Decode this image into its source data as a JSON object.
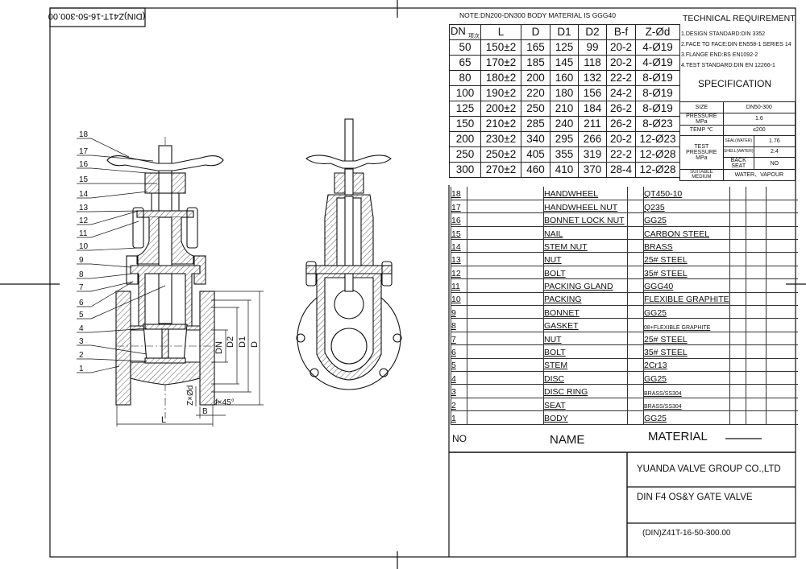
{
  "drawing_number_rotated": "(DIN)Z41T-16-50-300.00",
  "note": "NOTE:DN200-DN300 BODY MATERIAL IS GGG40",
  "dim_table": {
    "headers": [
      "DN",
      "L",
      "D",
      "D1",
      "D2",
      "B-f",
      "Z-Ød"
    ],
    "header_sub": "项次",
    "rows": [
      [
        "50",
        "150±2",
        "165",
        "125",
        "99",
        "20-2",
        "4-Ø19"
      ],
      [
        "65",
        "170±2",
        "185",
        "145",
        "118",
        "20-2",
        "4-Ø19"
      ],
      [
        "80",
        "180±2",
        "200",
        "160",
        "132",
        "22-2",
        "8-Ø19"
      ],
      [
        "100",
        "190±2",
        "220",
        "180",
        "156",
        "24-2",
        "8-Ø19"
      ],
      [
        "125",
        "200±2",
        "250",
        "210",
        "184",
        "26-2",
        "8-Ø19"
      ],
      [
        "150",
        "210±2",
        "285",
        "240",
        "211",
        "26-2",
        "8-Ø23"
      ],
      [
        "200",
        "230±2",
        "340",
        "295",
        "266",
        "20-2",
        "12-Ø23"
      ],
      [
        "250",
        "250±2",
        "405",
        "355",
        "319",
        "22-2",
        "12-Ø28"
      ],
      [
        "300",
        "270±2",
        "460",
        "410",
        "370",
        "28-4",
        "12-Ø28"
      ]
    ]
  },
  "technical": {
    "title": "TECHNICAL REQUIREMENT",
    "items": [
      "1.DESIGN STANDARD:DIN 3352",
      "2.FACE TO FACE:DIN EN558-1 SERIES 14",
      "3.FLANGE END:BS EN1092-2",
      "4.TEST STANDARD:DIN EN 12266-1"
    ]
  },
  "specification": {
    "title": "SPECIFICATION",
    "size_label": "SIZE",
    "size": "DN50-300",
    "pressure_label": "PRESSURE MPa",
    "pressure": "1.6",
    "temp_label": "TEMP ℃",
    "temp": "≤200",
    "test_label": "TEST PRESSURE MPa",
    "seal_label": "SEAL(WATER)",
    "seal": "1.76",
    "shell_label": "SHELL(WATER)",
    "shell": "2.4",
    "backseat_label": "BACK SEAT",
    "backseat": "NO",
    "medium_label": "SUITABLE MEDIUM",
    "medium": "WATER、VAPOUR"
  },
  "parts": [
    {
      "no": "18",
      "name": "HANDWHEEL",
      "material": "QT450-10"
    },
    {
      "no": "17",
      "name": "HANDWHEEL NUT",
      "material": "Q235"
    },
    {
      "no": "16",
      "name": "BONNET LOCK NUT",
      "material": "GG25"
    },
    {
      "no": "15",
      "name": "NAIL",
      "material": "CARBON STEEL"
    },
    {
      "no": "14",
      "name": "STEM NUT",
      "material": "BRASS"
    },
    {
      "no": "13",
      "name": "NUT",
      "material": "25# STEEL"
    },
    {
      "no": "12",
      "name": "BOLT",
      "material": "35# STEEL"
    },
    {
      "no": "11",
      "name": "PACKING GLAND",
      "material": "GGG40"
    },
    {
      "no": "10",
      "name": "PACKING",
      "material": "FLEXIBLE GRAPHITE"
    },
    {
      "no": "9",
      "name": "BONNET",
      "material": "GG25"
    },
    {
      "no": "8",
      "name": "GASKET",
      "material": "08+FLEXIBLE GRAPHITE"
    },
    {
      "no": "7",
      "name": "NUT",
      "material": "25# STEEL"
    },
    {
      "no": "6",
      "name": "BOLT",
      "material": "35# STEEL"
    },
    {
      "no": "5",
      "name": "STEM",
      "material": "2Cr13"
    },
    {
      "no": "4",
      "name": "DISC",
      "material": "GG25"
    },
    {
      "no": "3",
      "name": "DISC RING",
      "material": "BRASS/SS304"
    },
    {
      "no": "2",
      "name": "SEAT",
      "material": "BRASS/SS304"
    },
    {
      "no": "1",
      "name": "BODY",
      "material": "GG25"
    }
  ],
  "parts_header": {
    "no": "NO",
    "name": "NAME",
    "material": "MATERIAL"
  },
  "title_block": {
    "company": "YUANDA VALVE GROUP CO.,LTD",
    "product": "DIN F4 OS&Y GATE VALVE",
    "drawing_no": "(DIN)Z41T-16-50-300.00"
  },
  "dims": {
    "dn": "DN",
    "d2": "D2",
    "d1": "D1",
    "d": "D",
    "l": "L",
    "b": "B",
    "zd": "Z×Ød",
    "f": "f×45°"
  },
  "balloons": [
    "18",
    "17",
    "16",
    "15",
    "14",
    "13",
    "12",
    "11",
    "10",
    "9",
    "8",
    "7",
    "6",
    "5",
    "4",
    "3",
    "2",
    "1"
  ]
}
